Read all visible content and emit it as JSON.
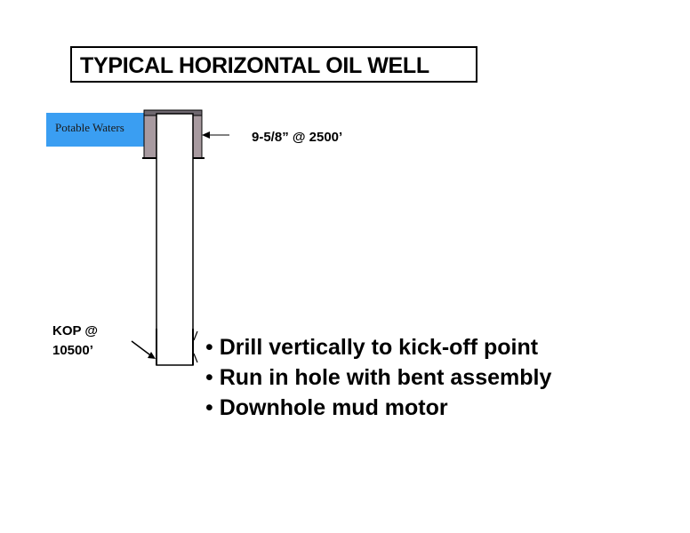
{
  "title": "TYPICAL HORIZONTAL OIL WELL",
  "potable_label": "Potable Waters",
  "casing_label": "9-5/8” @ 2500’",
  "kop_label": [
    "KOP @",
    "10500’"
  ],
  "bullets": [
    "Drill vertically to kick-off point",
    "Run in hole with bent assembly",
    "Downhole mud motor"
  ],
  "colors": {
    "potable_water": "#3a9ef2",
    "cement": "#a89aa0",
    "outline": "#000000"
  }
}
